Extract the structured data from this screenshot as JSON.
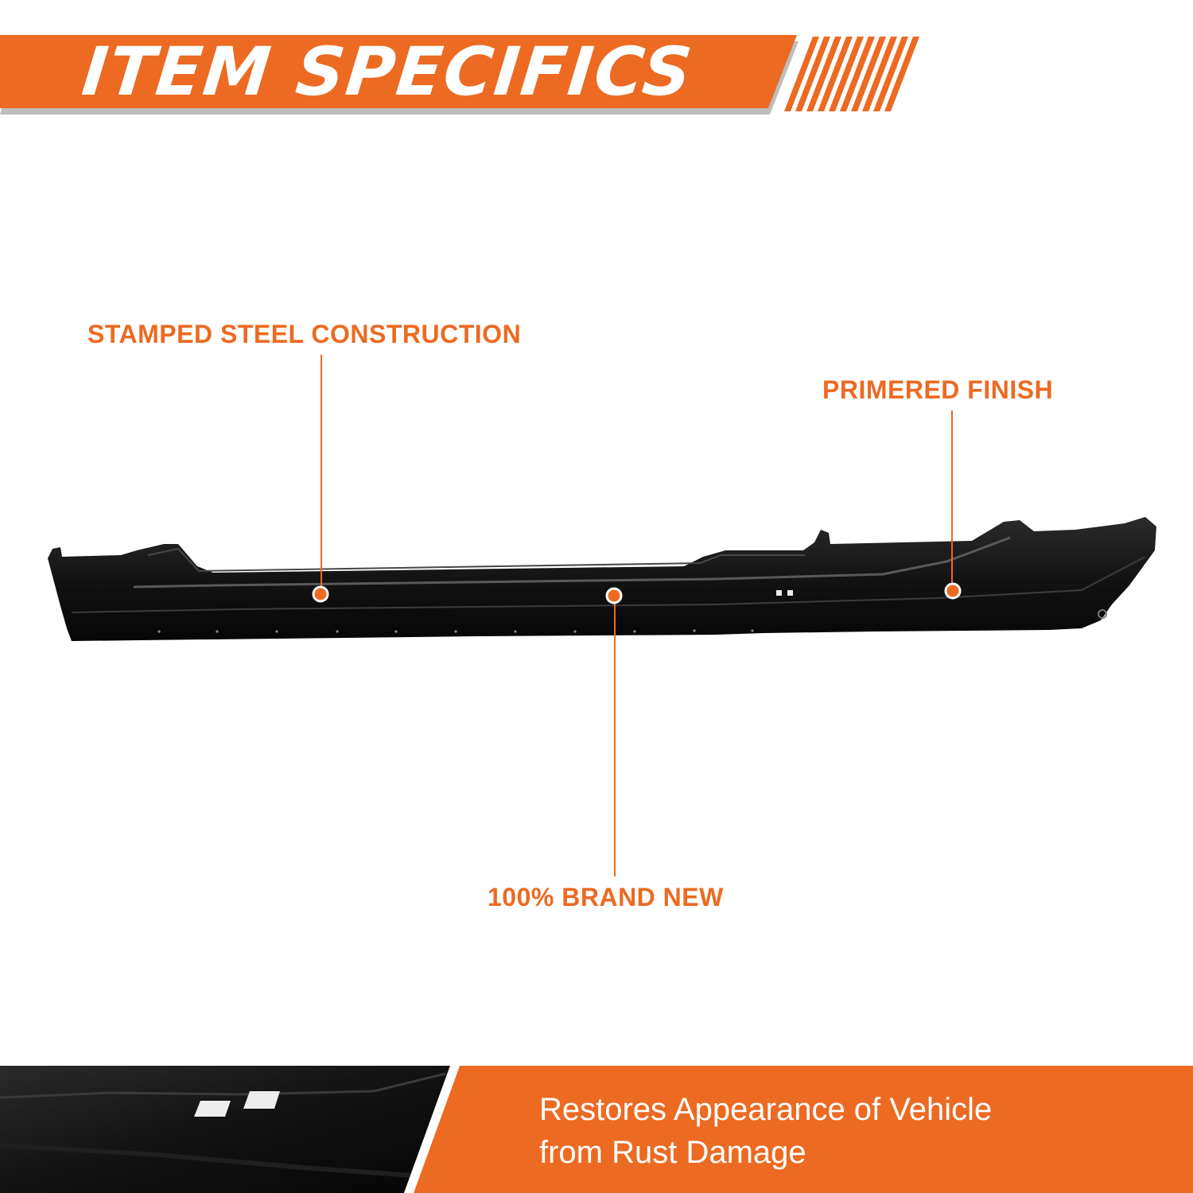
{
  "header": {
    "title": "ITEM SPECIFICS"
  },
  "callouts": {
    "stamped_steel": "STAMPED STEEL CONSTRUCTION",
    "primered_finish": "PRIMERED FINISH",
    "brand_new": "100% BRAND NEW"
  },
  "footer": {
    "line1": "Restores Appearance of Vehicle",
    "line2": "from Rust Damage"
  },
  "colors": {
    "accent": "#ec6a21",
    "background": "#ffffff",
    "part": "#111111",
    "stripe_shadow": "#bdbdbd"
  },
  "icons": {
    "callout_marker": "orange-dot-icon",
    "header_decor": "diagonal-stripes-icon"
  }
}
